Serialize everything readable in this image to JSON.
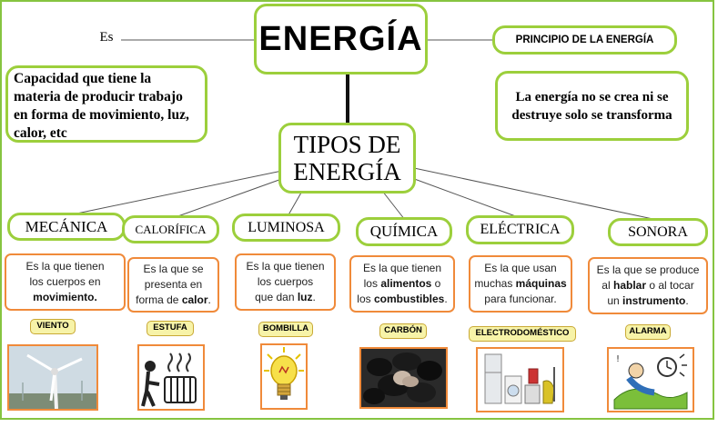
{
  "main": {
    "title": "ENERGÍA",
    "connector": "Es"
  },
  "definition": "Capacidad que tiene la materia de producir trabajo en forma de movimiento, luz, calor, etc",
  "principle": {
    "title": "PRINCIPIO DE LA ENERGÍA",
    "text": "La energía no se crea ni se destruye solo se transforma"
  },
  "types": {
    "title_line1": "TIPOS DE",
    "title_line2": "ENERGÍA",
    "items": [
      {
        "name": "MECÁNICA",
        "d1": "Es la que tienen",
        "d2": "los cuerpos en",
        "d3": "movimiento",
        "d4": ".",
        "example": "VIENTO",
        "icon": "wind-turbine-icon"
      },
      {
        "name": "CALORÍFICA",
        "d1": "Es la que se",
        "d2": "presenta en",
        "d3": "forma de ",
        "d4": "calor",
        "d5": ".",
        "example": "ESTUFA",
        "icon": "heater-icon"
      },
      {
        "name": "LUMINOSA",
        "d1": "Es la que tienen",
        "d2": "los cuerpos",
        "d3": "que dan ",
        "d4": "luz",
        "d5": ".",
        "example": "BOMBILLA",
        "icon": "light-bulb-icon"
      },
      {
        "name": "QUÍMICA",
        "d1": "Es la que tienen",
        "d2": "los ",
        "d3": "alimentos",
        "d4": " o",
        "d5": "los ",
        "d6": "combustibles",
        "d7": ".",
        "example": "CARBÓN",
        "icon": "coal-icon"
      },
      {
        "name": "ELÉCTRICA",
        "d1": "Es la que usan",
        "d2": "muchas ",
        "d3": "máquinas",
        "d4": "para funcionar.",
        "example": "ELECTRODOMÉSTICO",
        "icon": "appliances-icon"
      },
      {
        "name": "SONORA",
        "d1": "Es la que se produce",
        "d2": "al ",
        "d3": "hablar",
        "d4": " o al tocar",
        "d5": "un ",
        "d6": "instrumento",
        "d7": ".",
        "example": "ALARMA",
        "icon": "alarm-clock-icon"
      }
    ]
  },
  "colors": {
    "green_border": "#9ccf3c",
    "orange_border": "#f08a3a",
    "pill_fill": "#f7f3a8"
  }
}
